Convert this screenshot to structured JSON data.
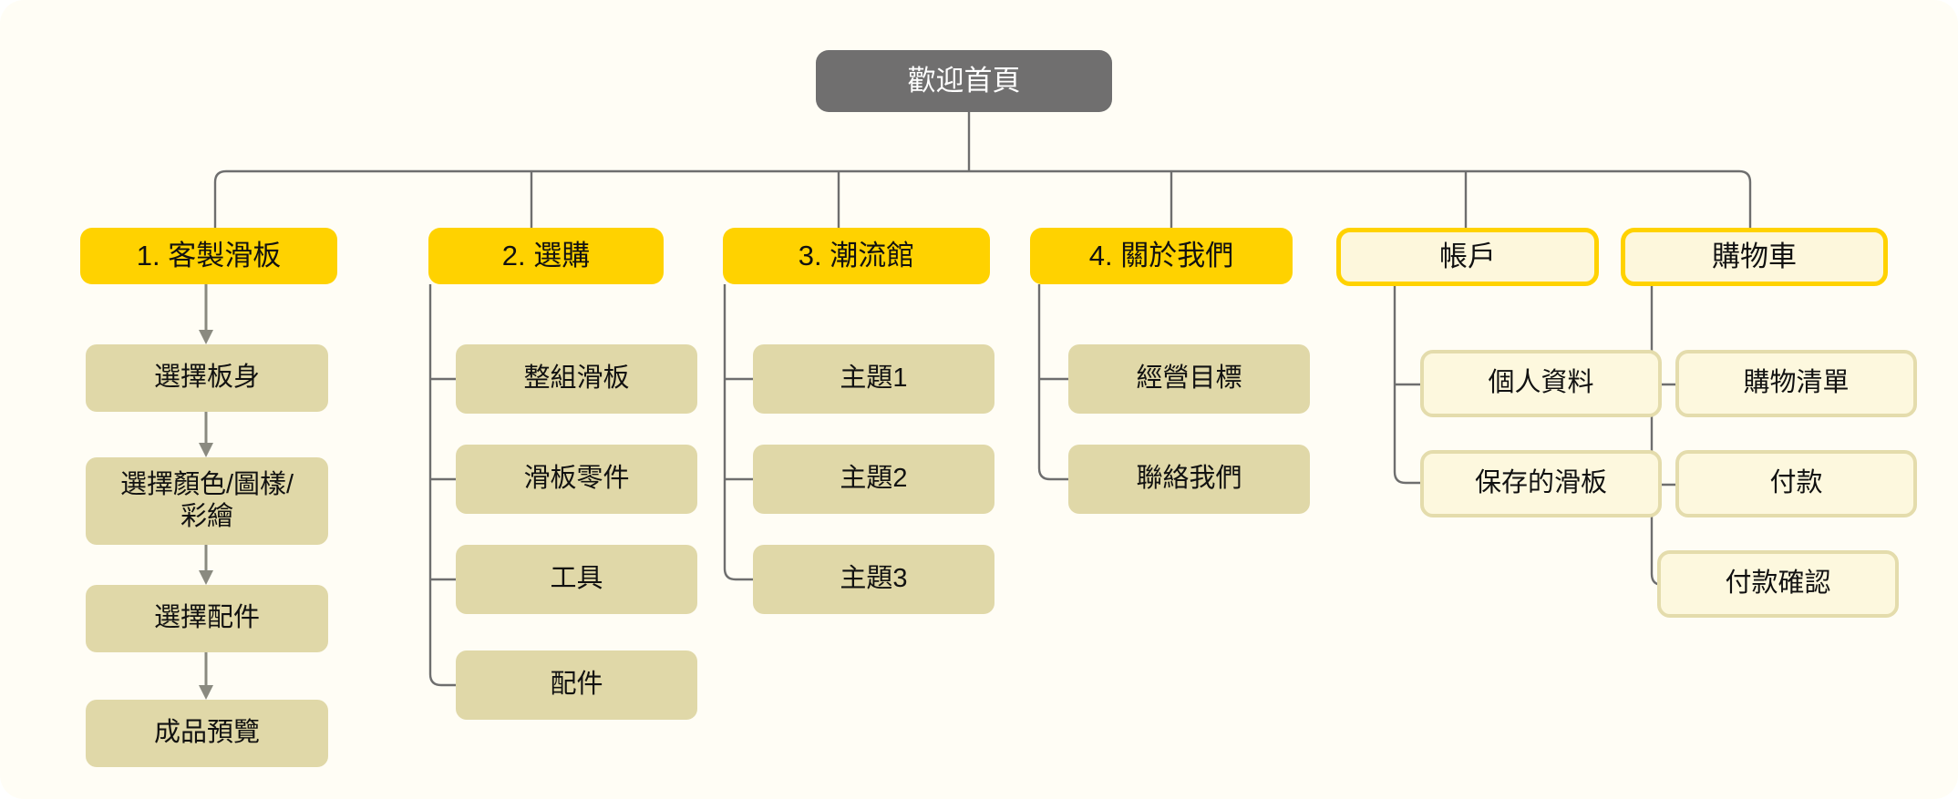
{
  "diagram": {
    "type": "sitemap-tree",
    "title_node": "歡迎首頁",
    "background_color": "#FFFDF5",
    "colors": {
      "root_fill": "#706F6F",
      "root_text": "#FFFFFF",
      "level1_fill": "#FFD200",
      "level1_outline_fill": "#FDF7DC",
      "leaf_khaki_fill": "#E0D8A8",
      "leaf_cream_fill": "#FDF8DE",
      "leaf_cream_border": "#E4DCAC",
      "connector": "#6E6E6E"
    }
  },
  "root": {
    "label": "歡迎首頁"
  },
  "branches": [
    {
      "id": "custom-board",
      "label": "1. 客製滑板",
      "style": "solid",
      "connector": "arrow-chain",
      "children": [
        {
          "label": "選擇板身"
        },
        {
          "label": "選擇顏色/圖樣/\n彩繪"
        },
        {
          "label": "選擇配件"
        },
        {
          "label": "成品預覽"
        }
      ]
    },
    {
      "id": "shop",
      "label": "2. 選購",
      "style": "solid",
      "connector": "bracket",
      "children": [
        {
          "label": "整組滑板"
        },
        {
          "label": "滑板零件"
        },
        {
          "label": "工具"
        },
        {
          "label": "配件"
        }
      ]
    },
    {
      "id": "trend-hall",
      "label": "3. 潮流館",
      "style": "solid",
      "connector": "bracket",
      "children": [
        {
          "label": "主題1"
        },
        {
          "label": "主題2"
        },
        {
          "label": "主題3"
        }
      ]
    },
    {
      "id": "about-us",
      "label": "4. 關於我們",
      "style": "solid",
      "connector": "bracket",
      "children": [
        {
          "label": "經營目標"
        },
        {
          "label": "聯絡我們"
        }
      ]
    },
    {
      "id": "account",
      "label": "帳戶",
      "style": "outline",
      "connector": "bracket",
      "children": [
        {
          "label": "個人資料"
        },
        {
          "label": "保存的滑板"
        }
      ]
    },
    {
      "id": "cart",
      "label": "購物車",
      "style": "outline",
      "connector": "bracket",
      "children": [
        {
          "label": "購物清單"
        },
        {
          "label": "付款"
        },
        {
          "label": "付款確認"
        }
      ]
    }
  ]
}
